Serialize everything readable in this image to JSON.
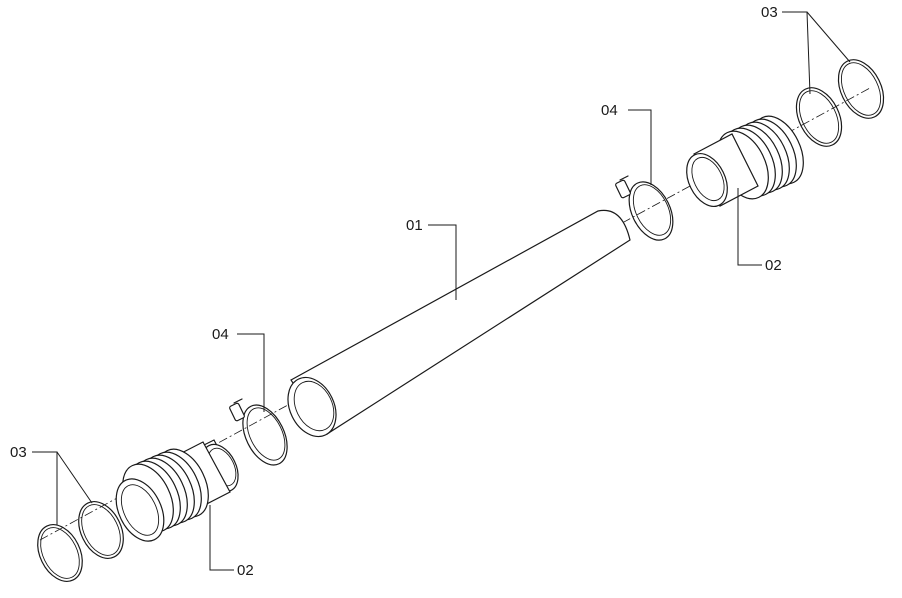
{
  "callouts": {
    "tube": "01",
    "adapter_right": "02",
    "adapter_left": "02",
    "seals_right": "03",
    "seals_left": "03",
    "clamp_right": "04",
    "clamp_left": "04"
  },
  "colors": {
    "line": "#1a1a1a",
    "background": "#ffffff"
  }
}
